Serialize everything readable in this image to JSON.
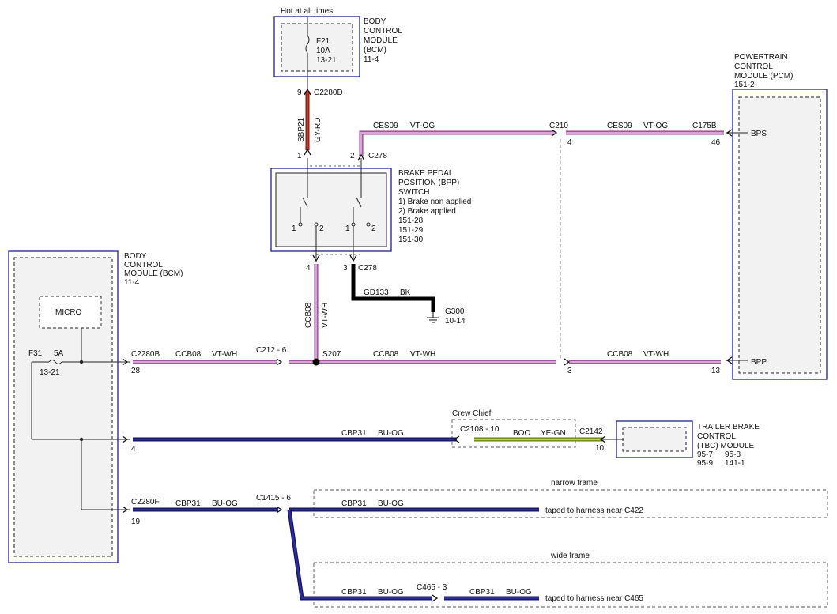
{
  "colors": {
    "violet_wire": "#d9a4d6",
    "violet_edge": "#8a3c86",
    "red_wire": "#c63b30",
    "red_edge": "#7a1e16",
    "blue_wire": "#2c2c9a",
    "blue_edge": "#131360",
    "yellow_wire": "#b9d930",
    "yellow_edge": "#5b7a12",
    "black_wire": "#000000",
    "module_outline": "#20208a"
  },
  "top": {
    "hot_label": "Hot at all times",
    "bcm_title": [
      "BODY",
      "CONTROL",
      "MODULE",
      "(BCM)",
      "11-4"
    ],
    "fuse": [
      "F21",
      "10A",
      "13-21"
    ],
    "pin": "9",
    "connector": "C2280D",
    "wire_circuit": "SBP21",
    "wire_color": "GY-RD"
  },
  "bpp": {
    "title": [
      "BRAKE PEDAL",
      "POSITION (BPP)",
      "SWITCH",
      "1) Brake non applied",
      "2) Brake applied",
      "151-28",
      "151-29",
      "151-30"
    ],
    "pin_top_left": "1",
    "pin_top_right": "2",
    "connector_top": "C278",
    "sw_left_1": "1",
    "sw_left_2": "2",
    "sw_right_1": "1",
    "sw_right_2": "2",
    "pin_bottom_left": "4",
    "pin_bottom_right": "3",
    "connector_bottom": "C278"
  },
  "ces": {
    "circuit_a": "CES09",
    "color_a": "VT-OG",
    "c210": "C210",
    "circuit_b": "CES09",
    "color_b": "VT-OG",
    "connector": "C175B",
    "pin_c210": "4",
    "pin_pcm": "46"
  },
  "pcm": {
    "title": [
      "POWERTRAIN",
      "CONTROL",
      "MODULE (PCM)",
      "151-2"
    ],
    "bps": "BPS",
    "bpp": "BPP"
  },
  "ground": {
    "circuit": "GD133",
    "color": "BK",
    "name": "G300",
    "ref": "10-14"
  },
  "vert_ccb": {
    "circuit": "CCB08",
    "color": "VT-WH"
  },
  "left_bcm": {
    "title": [
      "BODY",
      "CONTROL",
      "MODULE (BCM)",
      "11-4"
    ],
    "micro": "MICRO",
    "fuse_name": "F31",
    "fuse_amp": "5A",
    "fuse_ref": "13-21"
  },
  "ccb": {
    "connector": "C2280B",
    "pin_bcm": "28",
    "circuit_1": "CCB08",
    "color_1": "VT-WH",
    "inline": "C212 - 6",
    "splice": "S207",
    "circuit_2": "CCB08",
    "color_2": "VT-WH",
    "pin_c210": "3",
    "circuit_3": "CCB08",
    "color_3": "VT-WH",
    "pin_pcm": "13"
  },
  "cbp_tbc": {
    "pin_bcm": "4",
    "circuit": "CBP31",
    "color": "BU-OG",
    "crew_chief": "Crew Chief",
    "inline": "C2108 - 10",
    "circuit_2": "BOO",
    "color_2": "YE-GN",
    "connector": "C2142",
    "pin_tbc": "10"
  },
  "tbc": {
    "title": [
      "TRAILER BRAKE",
      "CONTROL",
      "(TBC) MODULE"
    ],
    "refs": [
      "95-7",
      "95-8",
      "95-9",
      "141-1"
    ]
  },
  "cbp_frame": {
    "connector": "C2280F",
    "pin": "19",
    "circuit": "CBP31",
    "color": "BU-OG",
    "inline": "C1415 - 6",
    "narrow_title": "narrow frame",
    "narrow_circuit": "CBP31",
    "narrow_color": "BU-OG",
    "narrow_note": "taped to harness near C422",
    "wide_title": "wide frame",
    "wide_circuit": "CBP31",
    "wide_color": "BU-OG",
    "wide_inline": "C465 - 3",
    "wide_circuit_2": "CBP31",
    "wide_color_2": "BU-OG",
    "wide_note": "taped to harness near C465"
  }
}
